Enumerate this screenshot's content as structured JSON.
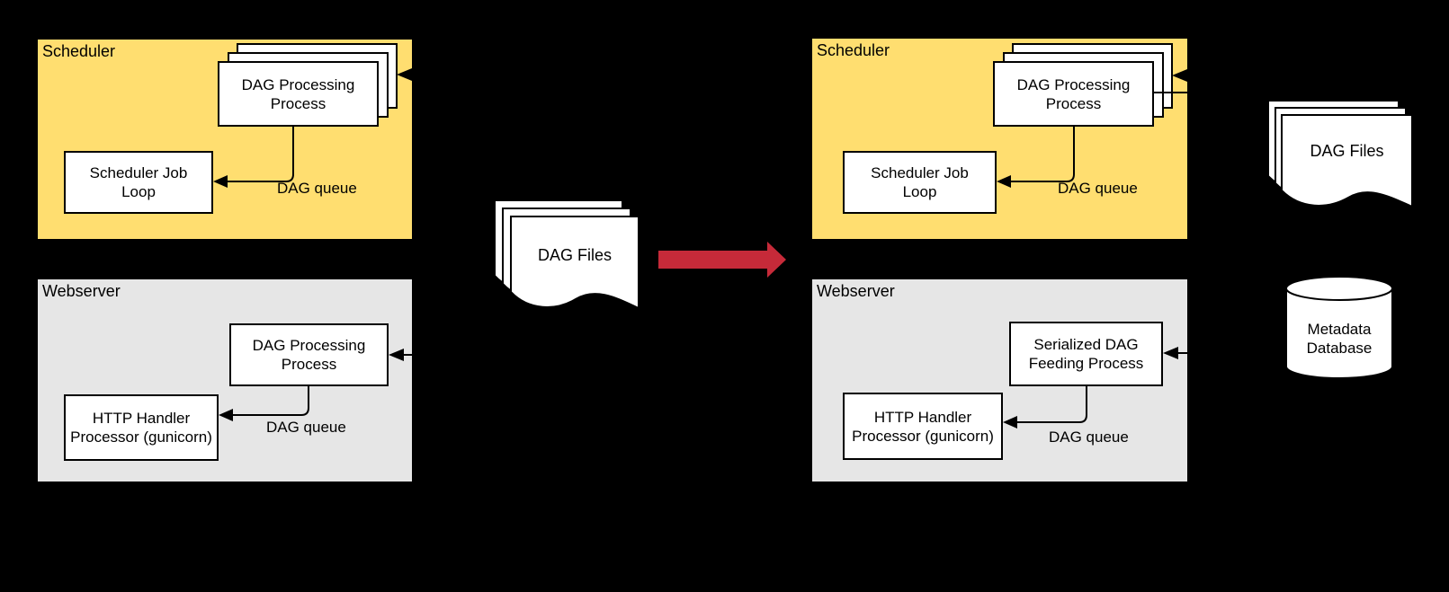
{
  "left": {
    "scheduler": {
      "title": "Scheduler",
      "stack_label": [
        "DAG Processing",
        "Process"
      ],
      "job_loop": [
        "Scheduler Job",
        "Loop"
      ],
      "queue_label": "DAG queue"
    },
    "webserver": {
      "title": "Webserver",
      "processor": [
        "DAG Processing",
        "Process"
      ],
      "handler": [
        "HTTP Handler",
        "Processor (gunicorn)"
      ],
      "queue_label": "DAG queue"
    }
  },
  "middle": {
    "dag_files": "DAG Files"
  },
  "right": {
    "scheduler": {
      "title": "Scheduler",
      "stack_label": [
        "DAG Processing",
        "Process"
      ],
      "job_loop": [
        "Scheduler Job",
        "Loop"
      ],
      "queue_label": "DAG queue"
    },
    "webserver": {
      "title": "Webserver",
      "feeder": [
        "Serialized DAG",
        "Feeding Process"
      ],
      "handler": [
        "HTTP Handler",
        "Processor (gunicorn)"
      ],
      "queue_label": "DAG queue"
    },
    "dag_files": "DAG Files",
    "metadata_db": [
      "Metadata",
      "Database"
    ]
  },
  "colors": {
    "background": "#000000",
    "scheduler_fill": "#FFDE70",
    "webserver_fill": "#E6E6E6",
    "node_fill": "#FFFFFF",
    "outline": "#000000",
    "transition_arrow_red": "#C62A39"
  }
}
